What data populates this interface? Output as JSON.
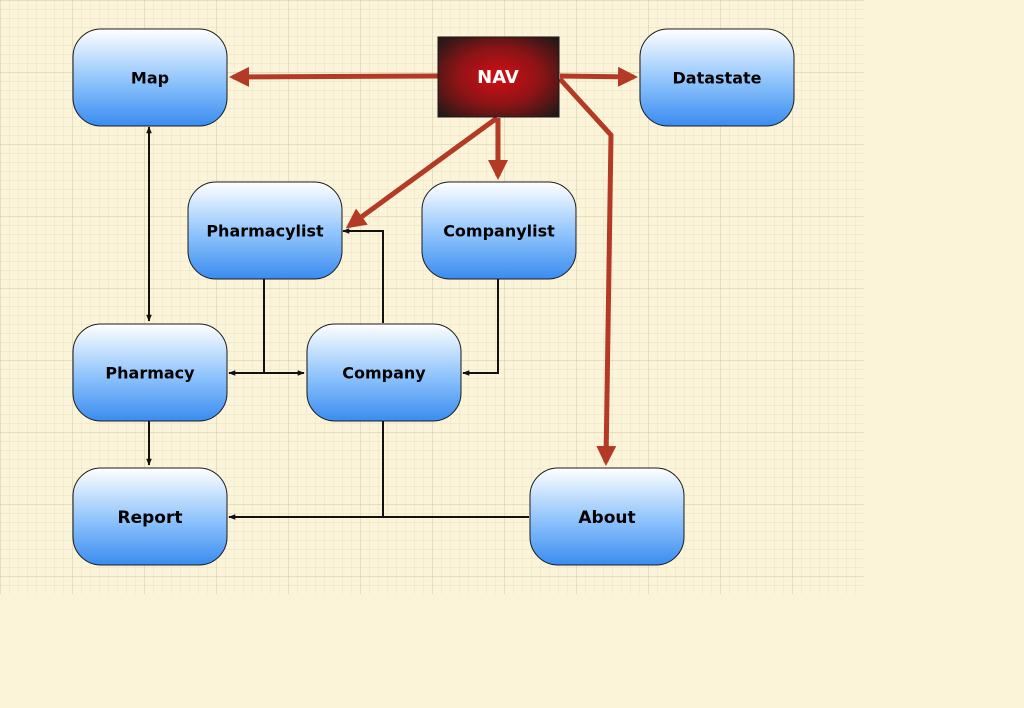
{
  "diagram": {
    "nodes": {
      "nav": {
        "label": "NAV"
      },
      "map": {
        "label": "Map"
      },
      "datastate": {
        "label": "Datastate"
      },
      "pharmacylist": {
        "label": "Pharmacylist"
      },
      "companylist": {
        "label": "Companylist"
      },
      "pharmacy": {
        "label": "Pharmacy"
      },
      "company": {
        "label": "Company"
      },
      "report": {
        "label": "Report"
      },
      "about": {
        "label": "About"
      }
    },
    "colors": {
      "background": "#fcf4d9",
      "grid_minor": "#e3dcc2",
      "grid_major": "#cfc7a9",
      "node_top": "#ffffff",
      "node_bottom": "#3a8cf0",
      "nav_center": "#d40e14",
      "nav_edge": "#2a1818",
      "nav_arrow": "#b33a25",
      "connector": "#111111"
    }
  }
}
